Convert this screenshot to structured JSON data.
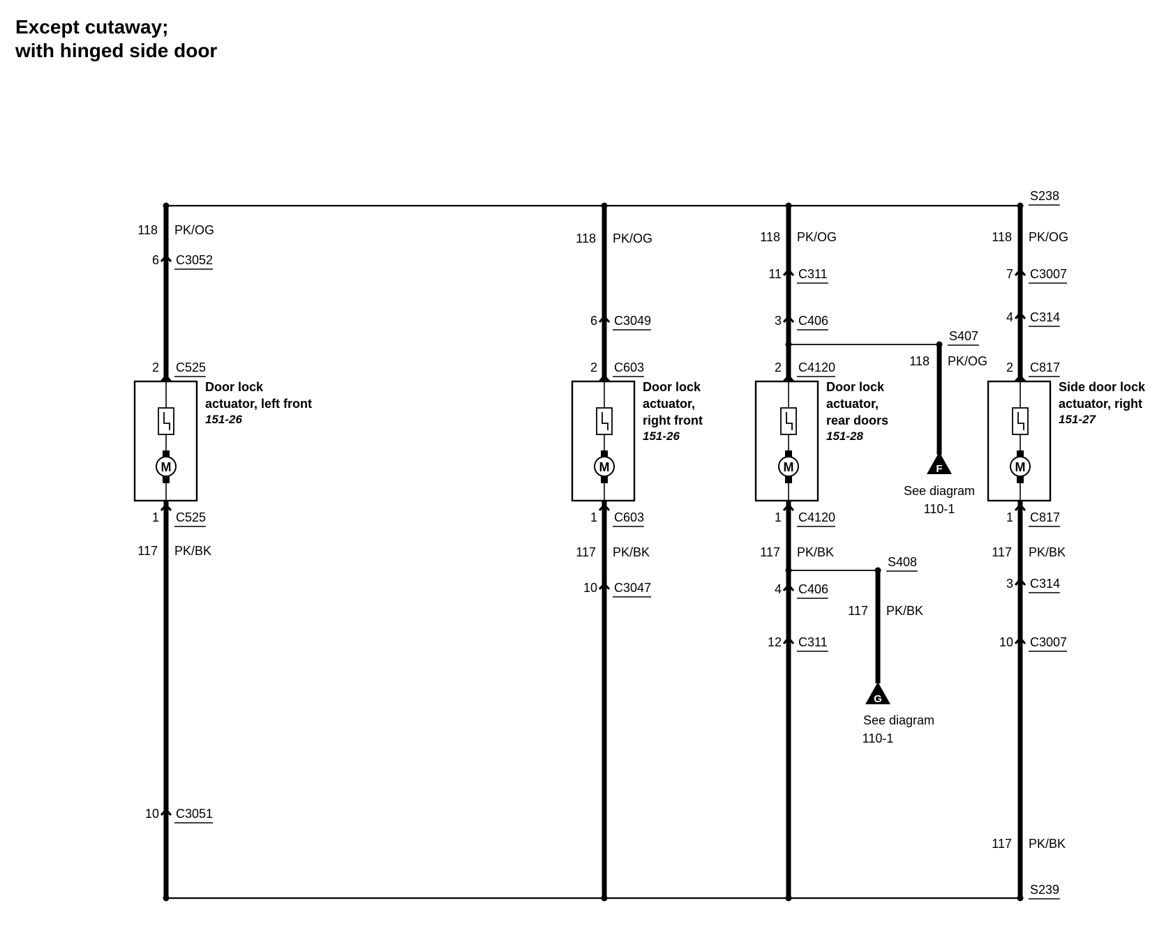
{
  "title": {
    "line1": "Except cutaway;",
    "line2": "with hinged side door"
  },
  "splices": {
    "top": "S238",
    "bottom": "S239",
    "s407": "S407",
    "s408": "S408"
  },
  "wire118": {
    "circuit": "118",
    "color": "PK/OG"
  },
  "wire117": {
    "circuit": "117",
    "color": "PK/BK"
  },
  "branches": [
    {
      "top_connectors": [
        {
          "pin": "6",
          "name": "C3052"
        }
      ],
      "actuator": {
        "pin_top": "2",
        "pin_bottom": "1",
        "connector": "C525",
        "label_lines": [
          "Door lock",
          "actuator, left front"
        ],
        "ref": "151-26"
      },
      "bottom_connectors": [
        {
          "pin": "10",
          "name": "C3051"
        }
      ]
    },
    {
      "top_connectors": [
        {
          "pin": "6",
          "name": "C3049"
        }
      ],
      "actuator": {
        "pin_top": "2",
        "pin_bottom": "1",
        "connector": "C603",
        "label_lines": [
          "Door lock",
          "actuator,",
          "right front"
        ],
        "ref": "151-26"
      },
      "bottom_connectors": [
        {
          "pin": "10",
          "name": "C3047"
        }
      ]
    },
    {
      "top_connectors": [
        {
          "pin": "11",
          "name": "C311"
        },
        {
          "pin": "3",
          "name": "C406"
        }
      ],
      "actuator": {
        "pin_top": "2",
        "pin_bottom": "1",
        "connector": "C4120",
        "label_lines": [
          "Door lock",
          "actuator,",
          "rear doors"
        ],
        "ref": "151-28"
      },
      "bottom_connectors": [
        {
          "pin": "4",
          "name": "C406"
        },
        {
          "pin": "12",
          "name": "C311"
        }
      ]
    },
    {
      "top_connectors": [
        {
          "pin": "7",
          "name": "C3007"
        },
        {
          "pin": "4",
          "name": "C314"
        }
      ],
      "actuator": {
        "pin_top": "2",
        "pin_bottom": "1",
        "connector": "C817",
        "label_lines": [
          "Side door lock",
          "actuator, right"
        ],
        "ref": "151-27"
      },
      "bottom_connectors": [
        {
          "pin": "3",
          "name": "C314"
        },
        {
          "pin": "10",
          "name": "C3007"
        }
      ]
    }
  ],
  "motor_symbol": "M",
  "references": [
    {
      "letter": "F",
      "text": "See diagram",
      "diagram": "110-1"
    },
    {
      "letter": "G",
      "text": "See diagram",
      "diagram": "110-1"
    }
  ]
}
